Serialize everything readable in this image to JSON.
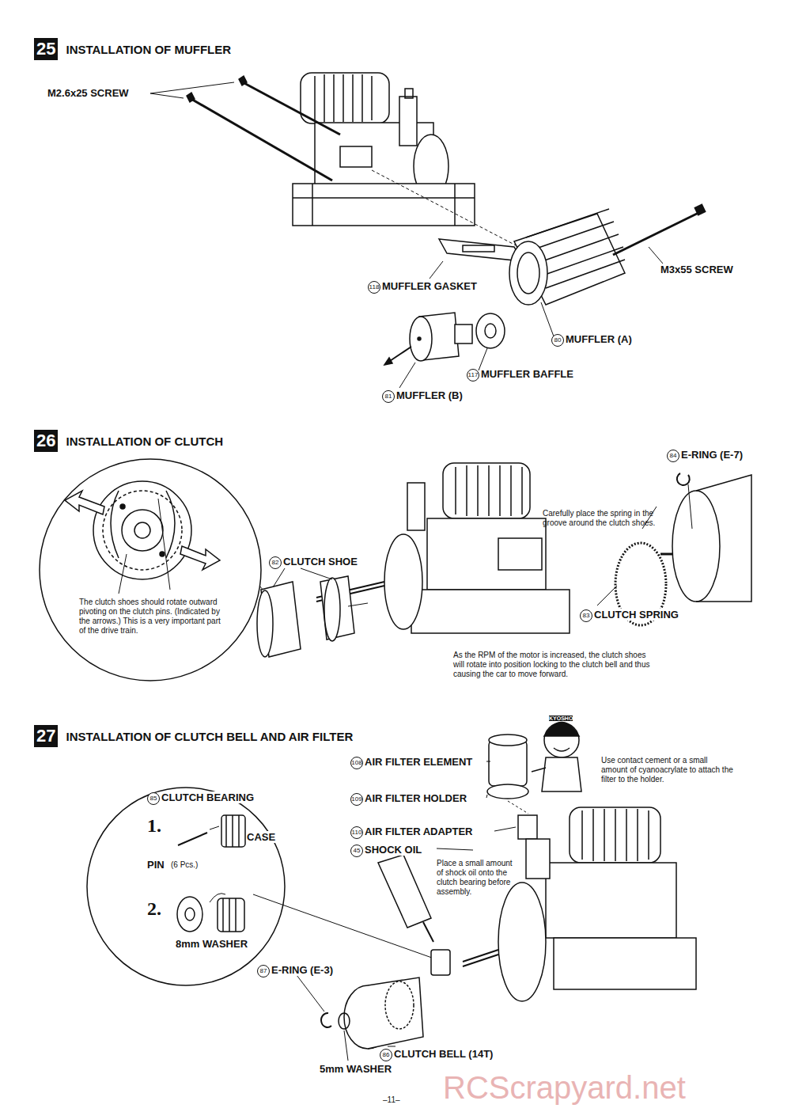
{
  "diagram": {
    "nodes": [
      {
        "text": [
          "25",
          "INSTALLATION OF MUFFLER"
        ]
      },
      {
        "text": [
          "26",
          "INSTALLATION OF CLUTCH"
        ]
      },
      {
        "text": [
          "27",
          "INSTALLATION OF CLUTCH BELL AND AIR FILTER"
        ]
      }
    ],
    "labels": [
      "M2.6x25 SCREW",
      "M3x55 SCREW",
      "118",
      "MUFFLER GASKET",
      "80",
      "MUFFLER (A)",
      "117",
      "MUFFLER BAFFLE",
      "81",
      "MUFFLER (B)",
      "82",
      "CLUTCH SHOE",
      "84",
      "E-RING (E-7)",
      "Carefully place the spring in the groove around the clutch shoes.",
      "83",
      "CLUTCH SPRING",
      "The clutch shoes should rotate outward pivoting on the clutch pins. (Indicated by the arrows.) This is a very important part of the drive train.",
      "As the RPM of the motor is increased, the clutch shoes will rotate into position locking to the clutch bell and thus causing the car to move forward.",
      "108",
      "AIR FILTER ELEMENT",
      "109",
      "AIR FILTER HOLDER",
      "110",
      "AIR FILTER ADAPTER",
      "45",
      "SHOCK OIL",
      "Use contact cement or a small amount of cyanoacrylate to attach the filter to the holder.",
      "Place a small amount of shock oil onto the clutch bearing before assembly.",
      "85",
      "CLUTCH BEARING",
      "1.",
      "CASE",
      "PIN",
      "(6 Pcs.)",
      "2.",
      "8mm WASHER",
      "87",
      "E-RING (E-3)",
      "86",
      "CLUTCH BELL (14T)",
      "5mm WASHER",
      "KYOSHO",
      "–11–",
      "RCScrapyard.net"
    ]
  }
}
